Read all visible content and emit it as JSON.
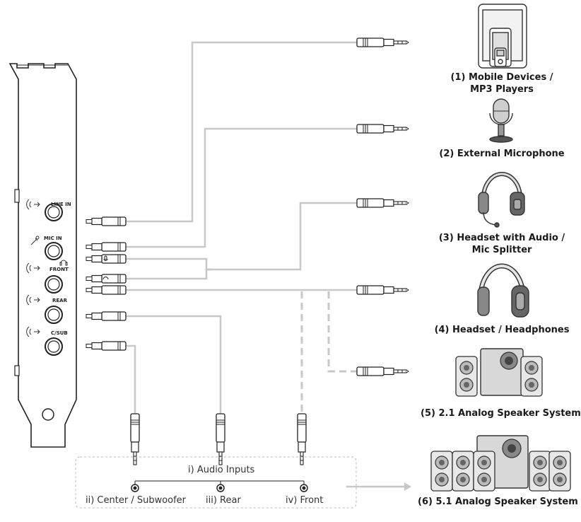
{
  "card": {
    "ports": [
      "LINE IN",
      "MIC IN",
      "FRONT",
      "REAR",
      "C/SUB"
    ]
  },
  "devices": [
    {
      "lines": [
        "(1) Mobile Devices /",
        "MP3 Players"
      ],
      "icon": "mobile-devices-icon"
    },
    {
      "lines": [
        "(2) External Microphone"
      ],
      "icon": "microphone-icon"
    },
    {
      "lines": [
        "(3) Headset with Audio /",
        "Mic Splitter"
      ],
      "icon": "headset-icon"
    },
    {
      "lines": [
        "(4) Headset / Headphones"
      ],
      "icon": "headphones-icon"
    },
    {
      "lines": [
        "(5) 2.1 Analog Speaker System"
      ],
      "icon": "speaker-2-1-icon"
    },
    {
      "lines": [
        "(6) 5.1 Analog Speaker System"
      ],
      "icon": "speaker-5-1-icon"
    }
  ],
  "inputs": {
    "title": "i) Audio Inputs",
    "items": [
      "ii) Center / Subwoofer",
      "iii) Rear",
      "iv) Front"
    ]
  },
  "colors": {
    "line": "#c8c8c8",
    "outline": "#222222"
  }
}
